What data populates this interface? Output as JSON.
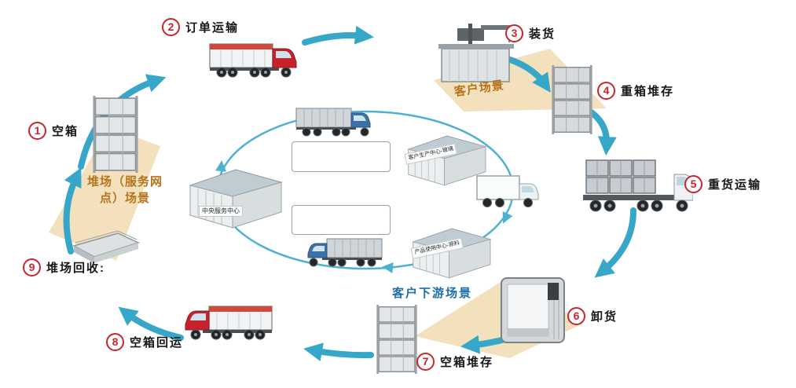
{
  "steps": [
    {
      "num": "1",
      "label": "空箱"
    },
    {
      "num": "2",
      "label": "订单运输"
    },
    {
      "num": "3",
      "label": "装货"
    },
    {
      "num": "4",
      "label": "重箱堆存"
    },
    {
      "num": "5",
      "label": "重货运输"
    },
    {
      "num": "6",
      "label": "卸货"
    },
    {
      "num": "7",
      "label": "空箱堆存"
    },
    {
      "num": "8",
      "label": "空箱回运"
    },
    {
      "num": "9",
      "label": "堆场回收:"
    }
  ],
  "zones": {
    "customer": "客户场景",
    "yard": [
      "堆场（服务网",
      "点）场景"
    ],
    "downstream": "客户下游场景"
  },
  "facilities": {
    "central": "中央服务中心",
    "production": "客户生产中心-玻璃",
    "usage": "产品使用中心-原料"
  },
  "icons": [
    "container-stack-icon",
    "red-semi-truck-icon",
    "gantry-loader-icon",
    "heavy-cargo-truck-icon",
    "bulk-container-icon",
    "pallet-rack-icon",
    "warehouse-building-icon",
    "box-truck-icon",
    "blue-semi-truck-icon",
    "cycle-arrow-icon"
  ],
  "colors": {
    "arrow_teal": "#36a6c9",
    "inner_arrow_teal": "#4db1d3",
    "step_red": "#c9252c",
    "zone_orange": "#b5731c",
    "zone_blue": "#1d6dad",
    "beam_tan": "#f3e0bd"
  }
}
